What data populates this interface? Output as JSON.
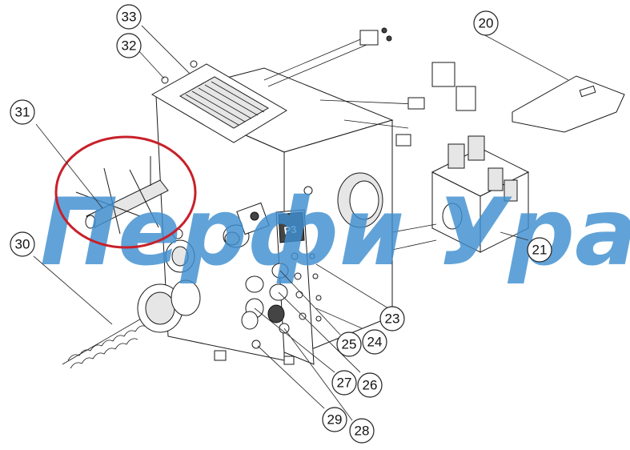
{
  "watermark": {
    "text": "Перфи Урал",
    "color": "#3f8fd0"
  },
  "panel_label": "P3",
  "highlight_color": "#c8202a",
  "callouts": [
    "33",
    "32",
    "31",
    "30",
    "20",
    "21",
    "23",
    "24",
    "25",
    "26",
    "27",
    "28",
    "29"
  ]
}
